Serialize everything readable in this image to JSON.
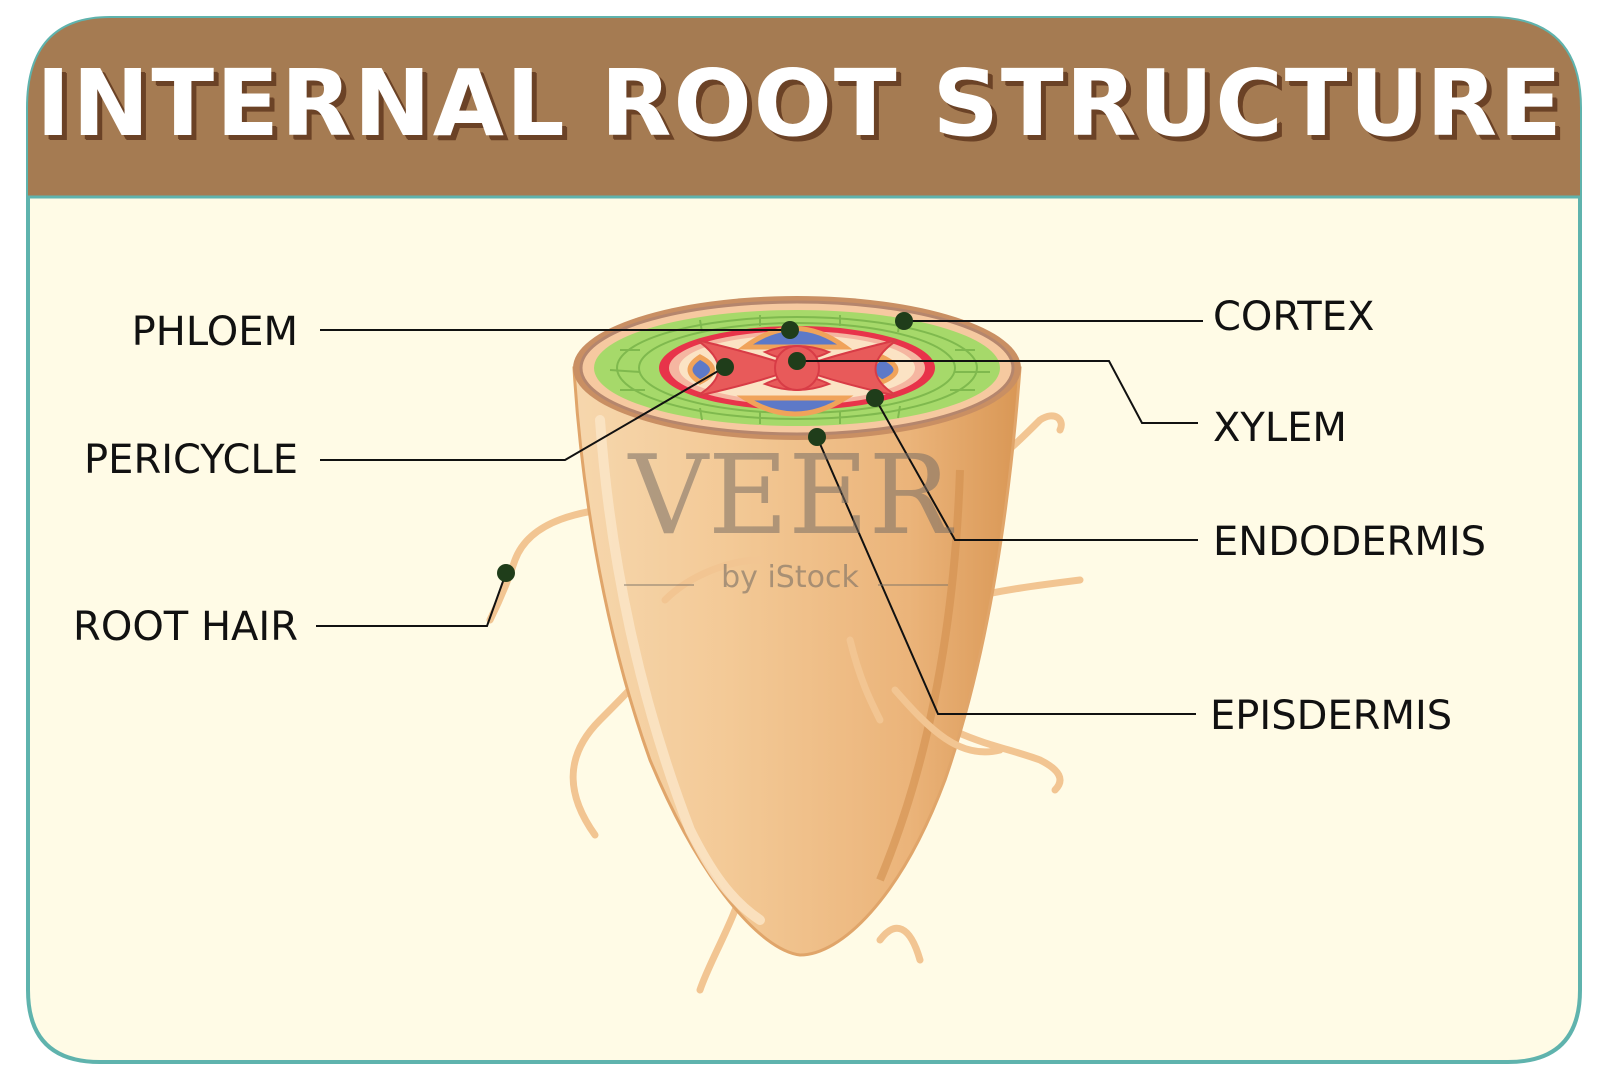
{
  "title": "INTERNAL ROOT STRUCTURE",
  "labels": {
    "phloem": "PHLOEM",
    "pericycle": "PERICYCLE",
    "root_hair": "ROOT HAIR",
    "cortex": "CORTEX",
    "xylem": "XYLEM",
    "endodermis": "ENDODERMIS",
    "episdermis": "EPISDERMIS"
  },
  "watermark": {
    "main": "VEER",
    "sub": "by iStock"
  },
  "colors": {
    "header": "#a57b52",
    "header_text": "#ffffff",
    "header_shadow": "#6b4226",
    "panel_bg": "#fffbe6",
    "panel_border": "#5fb3ad",
    "root_body": "#f2c592",
    "root_shadow": "#d79a5a",
    "cortex": "#a6d96a",
    "endodermis": "#e8334a",
    "xylem": "#e85a5a",
    "phloem": "#5d79c8",
    "pointer_dot": "#1f3d1a"
  }
}
